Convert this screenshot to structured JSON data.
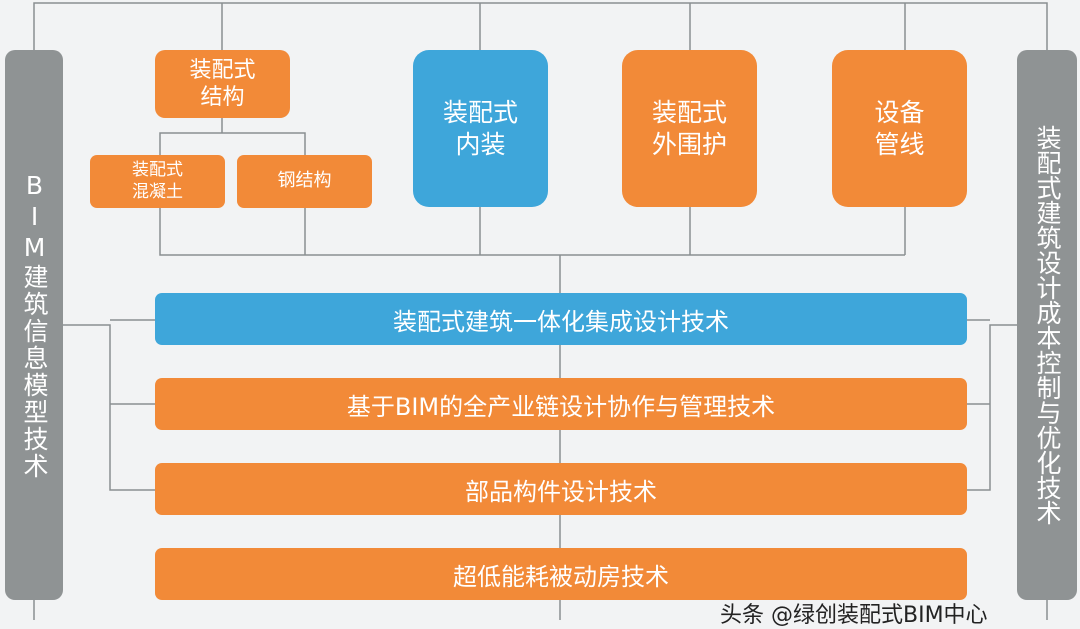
{
  "left_bar": "BIM建筑信息模型技术",
  "right_bar": "装配式建筑设计成本控制与优化技术",
  "top_boxes": {
    "structure": "装配式\n结构",
    "concrete": "装配式\n混凝土",
    "steel": "钢结构",
    "interior": "装配式\n内装",
    "envelope": "装配式\n外围护",
    "equipment": "设备\n管线"
  },
  "bars": [
    "装配式建筑一体化集成设计技术",
    "基于BIM的全产业链设计协作与管理技术",
    "部品构件设计技术",
    "超低能耗被动房技术"
  ],
  "watermark": "头条 @绿创装配式BIM中心",
  "colors": {
    "orange": "#f28a38",
    "blue": "#3ea6da",
    "gray": "#8f9394"
  }
}
